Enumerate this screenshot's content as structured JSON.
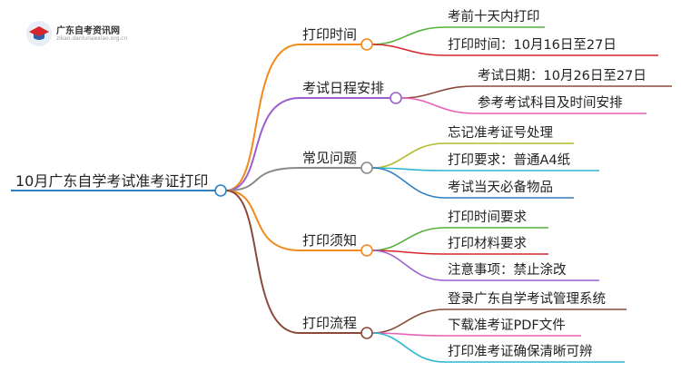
{
  "logo": {
    "name": "广东自考资讯网",
    "url_text": "zikao.danlunaexiao.org.cn"
  },
  "root": "10月广东自学考试准考证打印",
  "branches": [
    {
      "label": "打印时间",
      "color": "#f28a1c",
      "items": [
        {
          "label": "考前十天内打印",
          "color": "#53b23a"
        },
        {
          "label": "打印时间：10月16日至27日",
          "color": "#d7262a"
        }
      ]
    },
    {
      "label": "考试日程安排",
      "color": "#9b5fd2",
      "items": [
        {
          "label": "考试日期：10月26日至27日",
          "color": "#8a4a3a"
        },
        {
          "label": "参考考试科目及时间安排",
          "color": "#ea5fb5"
        }
      ]
    },
    {
      "label": "常见问题",
      "color": "#8a8a8a",
      "items": [
        {
          "label": "忘记准考证号处理",
          "color": "#b5bb2a"
        },
        {
          "label": "打印要求：普通A4纸",
          "color": "#2bb7cf"
        },
        {
          "label": "考试当天必备物品",
          "color": "#2f7fc4"
        }
      ]
    },
    {
      "label": "打印须知",
      "color": "#f28a1c",
      "items": [
        {
          "label": "打印时间要求",
          "color": "#53b23a"
        },
        {
          "label": "打印材料要求",
          "color": "#d7262a"
        },
        {
          "label": "注意事项：禁止涂改",
          "color": "#9b5fd2"
        }
      ]
    },
    {
      "label": "打印流程",
      "color": "#8a4a3a",
      "items": [
        {
          "label": "登录广东自学考试管理系统",
          "color": "#8a4a3a"
        },
        {
          "label": "下载准考证PDF文件",
          "color": "#ea5fb5"
        },
        {
          "label": "打印准考证确保清晰可辨",
          "color": "#2bb7cf"
        }
      ]
    }
  ],
  "root_color": "#2f7fc4"
}
